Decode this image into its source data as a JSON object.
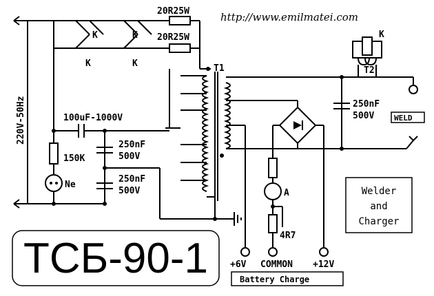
{
  "url": "http://www.emilmatei.com",
  "title": "ТСБ-90-1",
  "supply": "220V-50Hz",
  "components": {
    "r_top1": "20R25W",
    "r_top2": "20R25W",
    "relay_k1": "K",
    "relay_k2": "K",
    "relay_k3": "K",
    "relay_k4": "K",
    "relay_k5": "K",
    "cap_main": "100uF-1000V",
    "r_150k": "150K",
    "neon": "Ne",
    "cap_1": "250nF",
    "cap_1v": "500V",
    "cap_2": "250nF",
    "cap_2v": "500V",
    "cap_weld": "250nF",
    "cap_weldv": "500V",
    "t1": "T1",
    "t2": "T2",
    "ammeter": "A",
    "shunt": "4R7"
  },
  "outputs": {
    "weld": "WELD",
    "v6": "+6V",
    "common": "COMMON",
    "v12": "+12V",
    "battery": "Battery Charge"
  },
  "box_text": [
    "Welder",
    "and",
    "Charger"
  ]
}
